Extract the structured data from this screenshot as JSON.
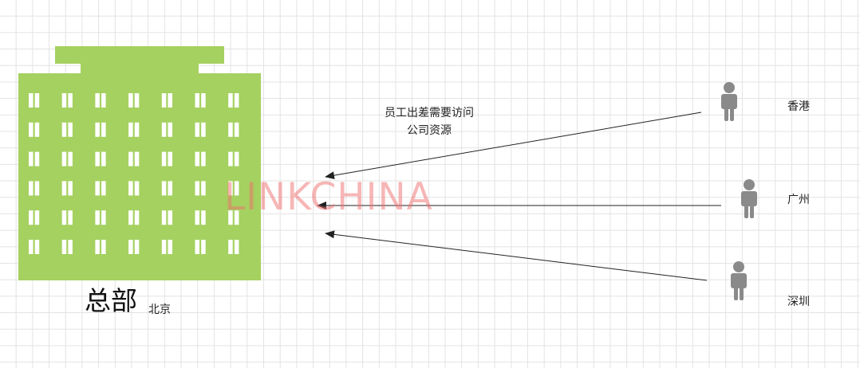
{
  "diagram": {
    "headquarters": {
      "name": "总部",
      "city": "北京"
    },
    "note": {
      "line1": "员工出差需要访问",
      "line2": "公司资源"
    },
    "branches": [
      {
        "city": "香港"
      },
      {
        "city": "广州"
      },
      {
        "city": "深圳"
      }
    ],
    "watermark": "LINKCHINA",
    "colors": {
      "building": "#a5d160",
      "window": "#ffffff",
      "person": "#8a8a8a",
      "arrow": "#222222",
      "grid": "#e3e3e3"
    },
    "icons": {
      "building": "office-building-icon",
      "person": "person-icon"
    }
  }
}
